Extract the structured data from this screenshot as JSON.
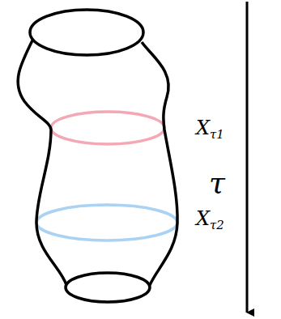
{
  "diagram": {
    "labels": [
      "Xτ1",
      "Xτ2",
      "τ"
    ]
  }
}
